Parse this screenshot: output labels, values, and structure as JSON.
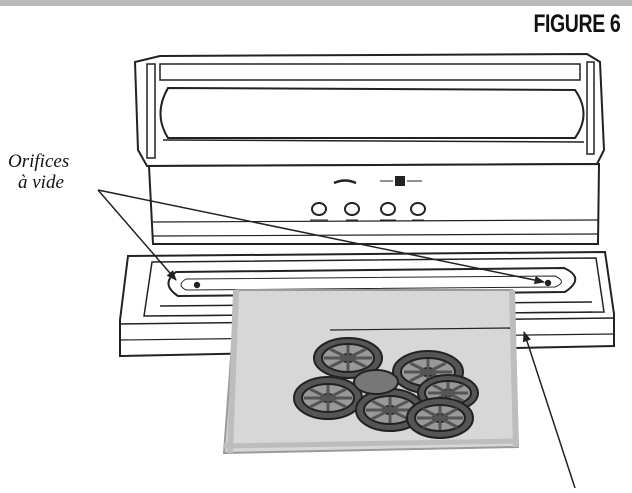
{
  "figure": {
    "title": "FIGURE 6"
  },
  "callout": {
    "line1": "Orifices",
    "line2": "à vide"
  },
  "colors": {
    "ink": "#222222",
    "bag_fill": "#d7d7d7",
    "bag_edge": "#9a9a9a",
    "rule": "#b9b9b9"
  }
}
